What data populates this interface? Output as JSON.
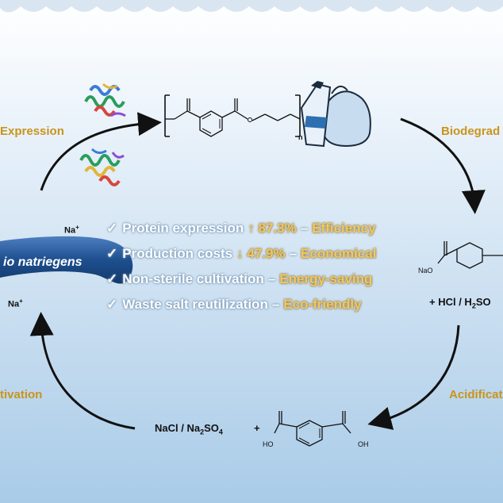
{
  "steps": {
    "expression": "Expression",
    "biodegradation": "Biodegrad",
    "acidification": "Acidificati",
    "cultivation": "tivation"
  },
  "organism": {
    "name": "io natriegens",
    "ion_upper": "Na",
    "ion_lower": "Na",
    "ion_charge": "+"
  },
  "benefits": [
    {
      "label": "Protein expression",
      "change": "↑ 87.3%",
      "tag": "Efficiency"
    },
    {
      "label": "Production costs",
      "change": "↓ 47.9%",
      "tag": "Economical"
    },
    {
      "label": "Non-sterile cultivation",
      "change": "",
      "tag": "Energy-saving"
    },
    {
      "label": "Waste salt reutilization",
      "change": "",
      "tag": "Eco-friendly"
    }
  ],
  "check_glyph": "✓",
  "dash_glyph": "–",
  "chemistry": {
    "acid_reagent": "+ HCl / H",
    "acid_reagent_sub": "2",
    "acid_reagent_tail": "SO",
    "salt_prefix": "NaCl / Na",
    "salt_sub1": "2",
    "salt_mid": "SO",
    "salt_sub2": "4",
    "plus": "+",
    "oh_left": "HO",
    "oh_right": "OH",
    "nao": "NaO",
    "polymer_n": "n"
  },
  "colors": {
    "step_text": "#c9941a",
    "highlight": "#f2c85b",
    "bacterium": "#1d4f8f",
    "arrow": "#111111"
  }
}
